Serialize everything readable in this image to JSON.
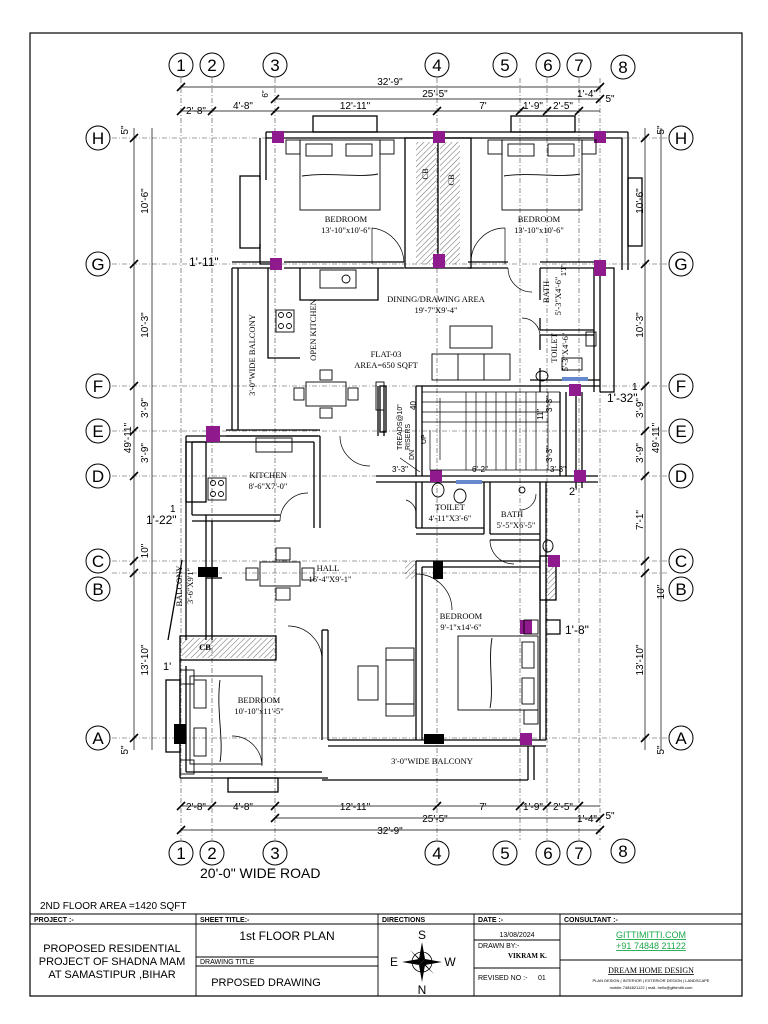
{
  "grid_cols": [
    "1",
    "2",
    "3",
    "4",
    "5",
    "6",
    "7",
    "8"
  ],
  "grid_rows": [
    "H",
    "G",
    "F",
    "E",
    "D",
    "C",
    "B",
    "A"
  ],
  "dims_top": {
    "overall": "32'-9\"",
    "sub": "25'-5\"",
    "small_right": "1'-4\"",
    "five": "5\"",
    "seg1": "2'-8\"",
    "seg2": "4'-8\"",
    "seg3": "12'-11\"",
    "seg4": "7'",
    "seg5": "1'-9\"",
    "seg6": "2'-5\"",
    "v6": "6\""
  },
  "dims_bottom": {
    "seg1": "2'-8\"",
    "seg2": "4'-8\"",
    "seg3": "12'-11\"",
    "seg4": "7'",
    "seg5": "1'-9\"",
    "seg6": "2'-5\"",
    "sub": "25'-5\"",
    "small_right": "1'-4\"",
    "five": "5\"",
    "overall": "32'-9\""
  },
  "dims_left": {
    "top5": "5\"",
    "h_g": "10'-6\"",
    "g_f": "10'-3\"",
    "f_e": "3'-9\"",
    "total": "49'-11\"",
    "e_d": "3'-9\"",
    "c_b": "10\"",
    "b_a": "13'-10\"",
    "bot5": "5\""
  },
  "dims_right": {
    "top5": "5\"",
    "h_g": "10'-6\"",
    "g_f": "10'-3\"",
    "f_e": "3'-9\"",
    "total": "49'-11\"",
    "e_d": "3'-9\"",
    "d_c": "7'-1\"",
    "c_b": "10\"",
    "b_a": "13'-10\"",
    "bot5": "5\""
  },
  "misc_dims": {
    "one_eleven": "1'-11\"",
    "one_32": "1'-32\"",
    "one": "1",
    "one_22": "1'-22\"",
    "one_8": "1'-8\"",
    "two": "2'",
    "three_three_a": "3'-3\"",
    "three_three_b": "3'-3\"",
    "three_three_c": "3'-3\"",
    "three_three_d": "3'-3\"",
    "six_two": "6'-2\"",
    "one_one": "1'1\"",
    "one_prime": "1'",
    "eleven": "11\"",
    "treads": "TREADS@10\"",
    "risers": "RISERS",
    "up": "UP",
    "dn": "DN",
    "forty": "40"
  },
  "rooms": {
    "bed1_name": "BEDROOM",
    "bed1_size": "13'-10\"x10'-6\"",
    "bed2_name": "BEDROOM",
    "bed2_size": "13'-10\"x10'-6\"",
    "cb1": "CB",
    "cb2": "CB",
    "dining_name": "DINING/DRAWING  AREA",
    "dining_size": "19'-7\"X9'-4\"",
    "open_kitchen": "OPEN KITCHEN",
    "flat": "FLAT-03",
    "area": "AREA=650 SQFT",
    "balcony_left": "3'-0\"WIDE BALCONY",
    "bath1_name": "BATH",
    "bath1_size": "5'-3\"X4'-6\"",
    "toilet1_name": "TOILET",
    "toilet1_size": "5'-3\"X4'-6\"",
    "kitchen_name": "KITCHEN",
    "kitchen_size": "8'-6\"X7'-0\"",
    "toilet2_name": "TOILET",
    "toilet2_size": "4'-11\"X3'-6\"",
    "bath2_name": "BATH",
    "bath2_size": "5'-5\"X6'-5\"",
    "hall_name": "HALL",
    "hall_size": "16'-4\"X9'-1\"",
    "balcony_small_name": "BALCONY",
    "balcony_small_size": "3'-6\"X9'1\"",
    "bed3_name": "BEDROOM",
    "bed3_size": "9'-1\"x14'-6\"",
    "cb3": "CB",
    "bed4_name": "BEDROOM",
    "bed4_size": "10'-10\"x11'-5\"",
    "balcony_bottom": "3'-0\"WIDE BALCONY"
  },
  "road": "20'-0\" WIDE ROAD",
  "floor_area": "2ND FLOOR AREA =1420 SQFT",
  "title_block": {
    "project_label": "PROJECT :-",
    "project_text_1": "PROPOSED RESIDENTIAL",
    "project_text_2": "PROJECT OF SHADNA MAM",
    "project_text_3": "AT SAMASTIPUR ,BIHAR",
    "sheet_title_label": "SHEET TITLE:-",
    "sheet_title": "1st  FLOOR PLAN",
    "drawing_title_label": "DRAWING TITLE",
    "drawing_title": "PRPOSED DRAWING",
    "directions_label": "DIRECTIONS",
    "compass_n": "N",
    "compass_s": "S",
    "compass_e": "E",
    "compass_w": "W",
    "date_label": "DATE :-",
    "date": "13/08/2024",
    "drawn_by_label": "DRAWN BY:-",
    "drawn_by": "VIKRAM K.",
    "revised_label": "REVISED NO :-",
    "revised_no": "01",
    "consultant_label": "CONSULTANT :-",
    "consultant_site": "GITTIMITTI.COM",
    "consultant_phone": "+91 74848 21122",
    "consultant_name": "DREAM HOME DESIGN",
    "consultant_line1": "PLAN DESIGN | INTERIOR | EXTERIOR DESIGN | LANDSCAPE",
    "consultant_line2": "mobile-7484821122 | mail- hello@gittimitti.com"
  },
  "colors": {
    "column": "#8e1a8e",
    "ink": "#000000",
    "link_green": "#19a84a",
    "glass_blue": "#6688cc"
  }
}
